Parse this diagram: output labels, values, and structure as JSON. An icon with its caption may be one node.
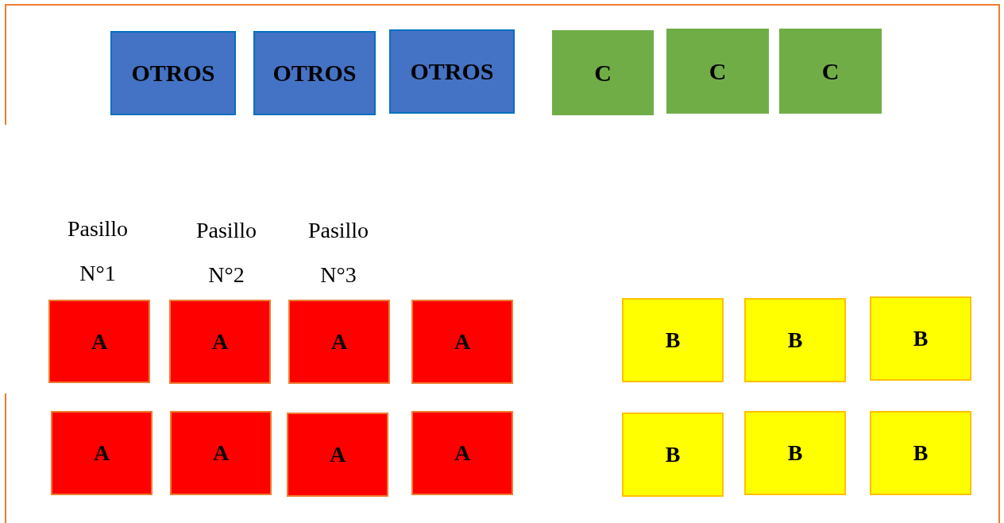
{
  "diagram": {
    "nodes": [
      {
        "text": [
          "OTROS"
        ]
      },
      {
        "text": [
          "OTROS"
        ]
      },
      {
        "text": [
          "OTROS"
        ]
      },
      {
        "text": [
          "C"
        ]
      },
      {
        "text": [
          "C"
        ]
      },
      {
        "text": [
          "C"
        ]
      },
      {
        "text": [
          "A"
        ]
      },
      {
        "text": [
          "A"
        ]
      },
      {
        "text": [
          "A"
        ]
      },
      {
        "text": [
          "A"
        ]
      },
      {
        "text": [
          "B"
        ]
      },
      {
        "text": [
          "B"
        ]
      },
      {
        "text": [
          "B"
        ]
      },
      {
        "text": [
          "A"
        ]
      },
      {
        "text": [
          "A"
        ]
      },
      {
        "text": [
          "A"
        ]
      },
      {
        "text": [
          "A"
        ]
      },
      {
        "text": [
          "B"
        ]
      },
      {
        "text": [
          "B"
        ]
      },
      {
        "text": [
          "B"
        ]
      }
    ],
    "labels": [
      "Pasillo N°1",
      "Pasillo N°2",
      "Pasillo N°3"
    ]
  }
}
